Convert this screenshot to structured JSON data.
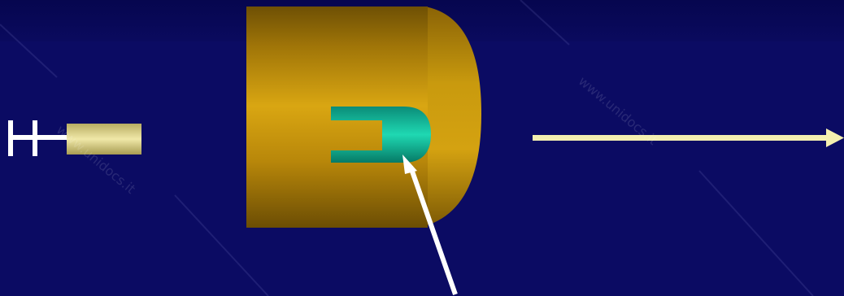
{
  "watermark": "www.unidocs.it",
  "colors": {
    "background": "#0b0b63",
    "background_top": "#06064f",
    "gold_dark": "#7a5a05",
    "gold_light": "#d9a612",
    "teal_dark": "#00796b",
    "teal_light": "#1cd9b0",
    "plunger": "#e8e0a0",
    "arrow": "#f4efb0",
    "pointer": "#ffffff"
  },
  "icons": {
    "plunger": "syringe-plunger-icon",
    "outer_body": "rounded-gold-body",
    "inner_cup": "teal-cup",
    "right_arrow": "right-arrow-icon",
    "pointer_arrow": "pointer-arrow-icon"
  }
}
